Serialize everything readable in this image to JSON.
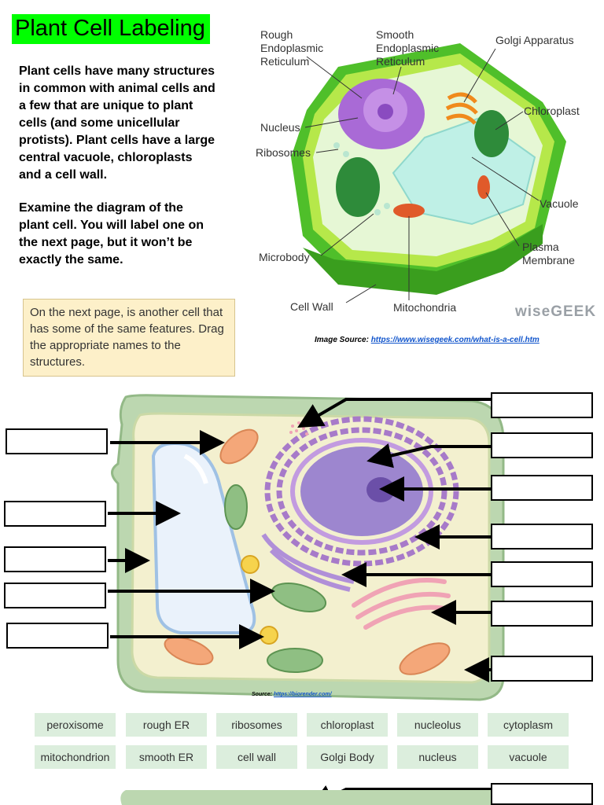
{
  "title": "Plant Cell Labeling",
  "intro": {
    "p1": "Plant cells have many structures in common with animal cells and a few that are unique to plant cells (and some unicellular protists). Plant cells have a large central vacuole, chloroplasts and a cell wall.",
    "p2": "Examine the diagram of the plant cell.  You will label one on the next page, but it won’t be exactly the same."
  },
  "note": "On the next page, is another cell that has some of the same features.  Drag the appropriate names to the structures.",
  "diagram_labels": {
    "rough_er": "Rough Endoplasmic Reticulum",
    "smooth_er": "Smooth Endoplasmic Reticulum",
    "golgi": "Golgi Apparatus",
    "chloroplast": "Chloroplast",
    "nucleus": "Nucleus",
    "ribosomes": "Ribosomes",
    "vacuole": "Vacuole",
    "plasma_membrane": "Plasma Membrane",
    "microbody": "Microbody",
    "cell_wall": "Cell Wall",
    "mitochondria": "Mitochondria"
  },
  "brand": "wiseGEEK",
  "image_source": {
    "label": "Image Source: ",
    "url": "https://www.wisegeek.com/what-is-a-cell.htm"
  },
  "cell_source": {
    "label": "Source: ",
    "url": "https://biorender.com/"
  },
  "word_bank": [
    [
      "peroxisome",
      "rough ER",
      "ribosomes",
      "chloroplast",
      "nucleolus",
      "cytoplasm"
    ],
    [
      "mitochondrion",
      "smooth ER",
      "cell wall",
      "Golgi Body",
      "nucleus",
      "vacuole"
    ]
  ],
  "colors": {
    "title_highlight": "#00ff00",
    "note_bg": "#fdf0c9",
    "chip_bg": "#dceedd",
    "link": "#1155cc"
  }
}
